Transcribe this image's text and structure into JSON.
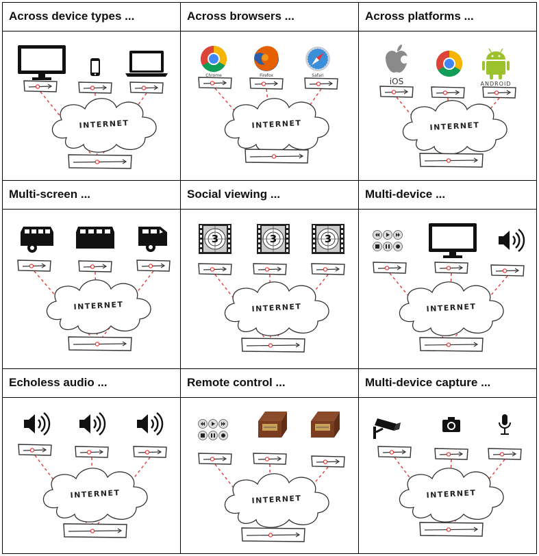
{
  "cloud_label": "INTERNET",
  "accent_color": "#e03a3a",
  "cells": [
    {
      "title": "Across device types ...",
      "devices": [
        {
          "icon": "desktop-monitor-icon"
        },
        {
          "icon": "smartphone-icon"
        },
        {
          "icon": "laptop-icon"
        }
      ]
    },
    {
      "title": "Across browsers ...",
      "devices": [
        {
          "icon": "chrome-browser-icon",
          "label": "Chrome"
        },
        {
          "icon": "firefox-browser-icon",
          "label": "Firefox"
        },
        {
          "icon": "safari-browser-icon",
          "label": "Safari"
        }
      ]
    },
    {
      "title": "Across platforms ...",
      "devices": [
        {
          "icon": "apple-ios-icon",
          "label": "iOS"
        },
        {
          "icon": "chrome-browser-icon"
        },
        {
          "icon": "android-icon",
          "label": "ANDROID"
        }
      ]
    },
    {
      "title": "Multi-screen ...",
      "devices": [
        {
          "icon": "bus-front-icon"
        },
        {
          "icon": "bus-side-icon"
        },
        {
          "icon": "bus-rear-icon"
        }
      ]
    },
    {
      "title": "Social viewing ...",
      "devices": [
        {
          "icon": "film-countdown-icon",
          "label": "3"
        },
        {
          "icon": "film-countdown-icon",
          "label": "3"
        },
        {
          "icon": "film-countdown-icon",
          "label": "3"
        }
      ]
    },
    {
      "title": "Multi-device ...",
      "devices": [
        {
          "icon": "media-controls-icon"
        },
        {
          "icon": "desktop-monitor-icon"
        },
        {
          "icon": "speaker-icon"
        }
      ]
    },
    {
      "title": "Echoless audio ...",
      "devices": [
        {
          "icon": "speaker-icon"
        },
        {
          "icon": "speaker-icon"
        },
        {
          "icon": "speaker-icon"
        }
      ]
    },
    {
      "title": "Remote control ...",
      "devices": [
        {
          "icon": "media-controls-icon"
        },
        {
          "icon": "music-box-icon"
        },
        {
          "icon": "music-box-icon"
        }
      ]
    },
    {
      "title": "Multi-device capture ...",
      "devices": [
        {
          "icon": "cctv-camera-icon"
        },
        {
          "icon": "photo-camera-icon"
        },
        {
          "icon": "microphone-icon"
        }
      ]
    }
  ]
}
